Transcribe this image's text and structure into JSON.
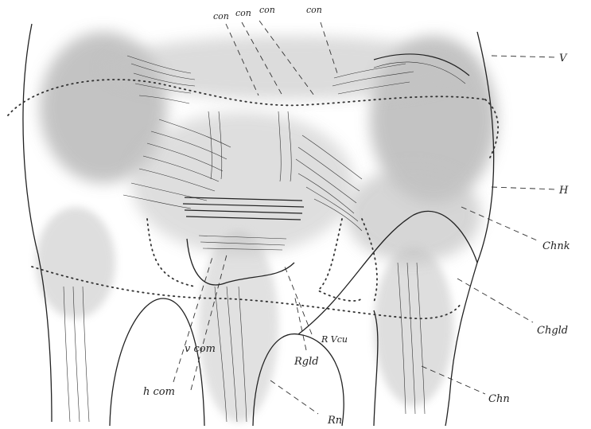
{
  "labels": {
    "con_1": "con",
    "con_2": "con",
    "con_3": "con",
    "con_4": "con",
    "v": "V",
    "h": "H",
    "chnk": "Chnk",
    "chgld": "Chgld",
    "chn": "Chn",
    "hcom": "h com",
    "vcom": "v com",
    "rvcu": "R Vcu",
    "rgld": "Rgld",
    "rn": "Rn"
  },
  "colors": {
    "ink": "#222222",
    "shading": "#b8b8b8",
    "paper": "#ffffff"
  }
}
